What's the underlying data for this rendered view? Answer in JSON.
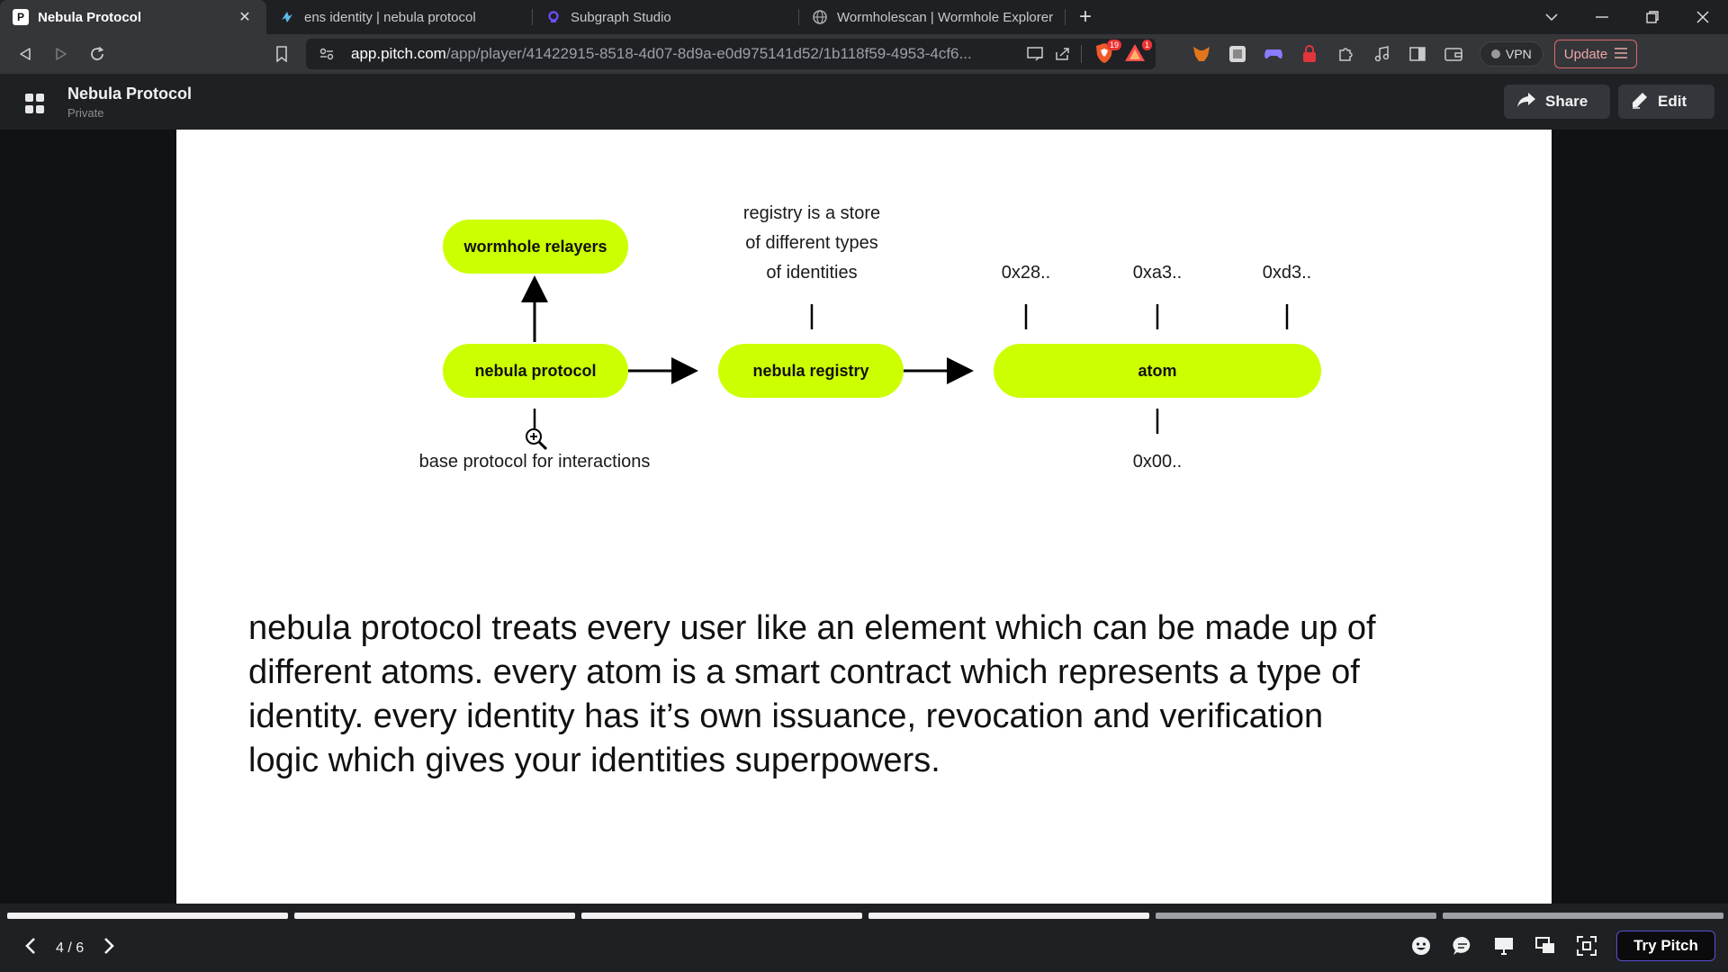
{
  "browser": {
    "tabs": [
      {
        "title": "Nebula Protocol",
        "favicon": "P",
        "active": true
      },
      {
        "title": "ens identity | nebula protocol",
        "favicon": "ens",
        "active": false
      },
      {
        "title": "Subgraph Studio",
        "favicon": "graph",
        "active": false
      },
      {
        "title": "Wormholescan | Wormhole Explorer",
        "favicon": "globe",
        "active": false
      }
    ],
    "url_host": "app.pitch.com",
    "url_path": "/app/player/41422915-8518-4d07-8d9a-e0d975141d52/1b118f59-4953-4cf6...",
    "brave_shield_count": "19",
    "rewards_count": "1",
    "vpn_label": "VPN",
    "update_label": "Update"
  },
  "app": {
    "deck_title": "Nebula Protocol",
    "deck_visibility": "Private",
    "share_label": "Share",
    "edit_label": "Edit"
  },
  "slide": {
    "diagram": {
      "wormhole_relayers": "wormhole relayers",
      "nebula_protocol": "nebula protocol",
      "nebula_registry": "nebula registry",
      "atom": "atom",
      "registry_note": [
        "registry is a store",
        "of different types",
        "of identities"
      ],
      "base_note": "base protocol for interactions",
      "atom_addresses_top": [
        "0x28..",
        "0xa3..",
        "0xd3.."
      ],
      "atom_address_bottom": "0x00.."
    },
    "body": "nebula protocol treats every user like an element which can be made up of different atoms. every atom is a smart contract which represents a type of identity. every identity has it’s own issuance, revocation and verification logic which gives your identities superpowers.",
    "accent_color": "#ccff00"
  },
  "player": {
    "current_page": 4,
    "total_pages": 6,
    "page_counter": "4 / 6",
    "try_pitch_label": "Try Pitch"
  }
}
